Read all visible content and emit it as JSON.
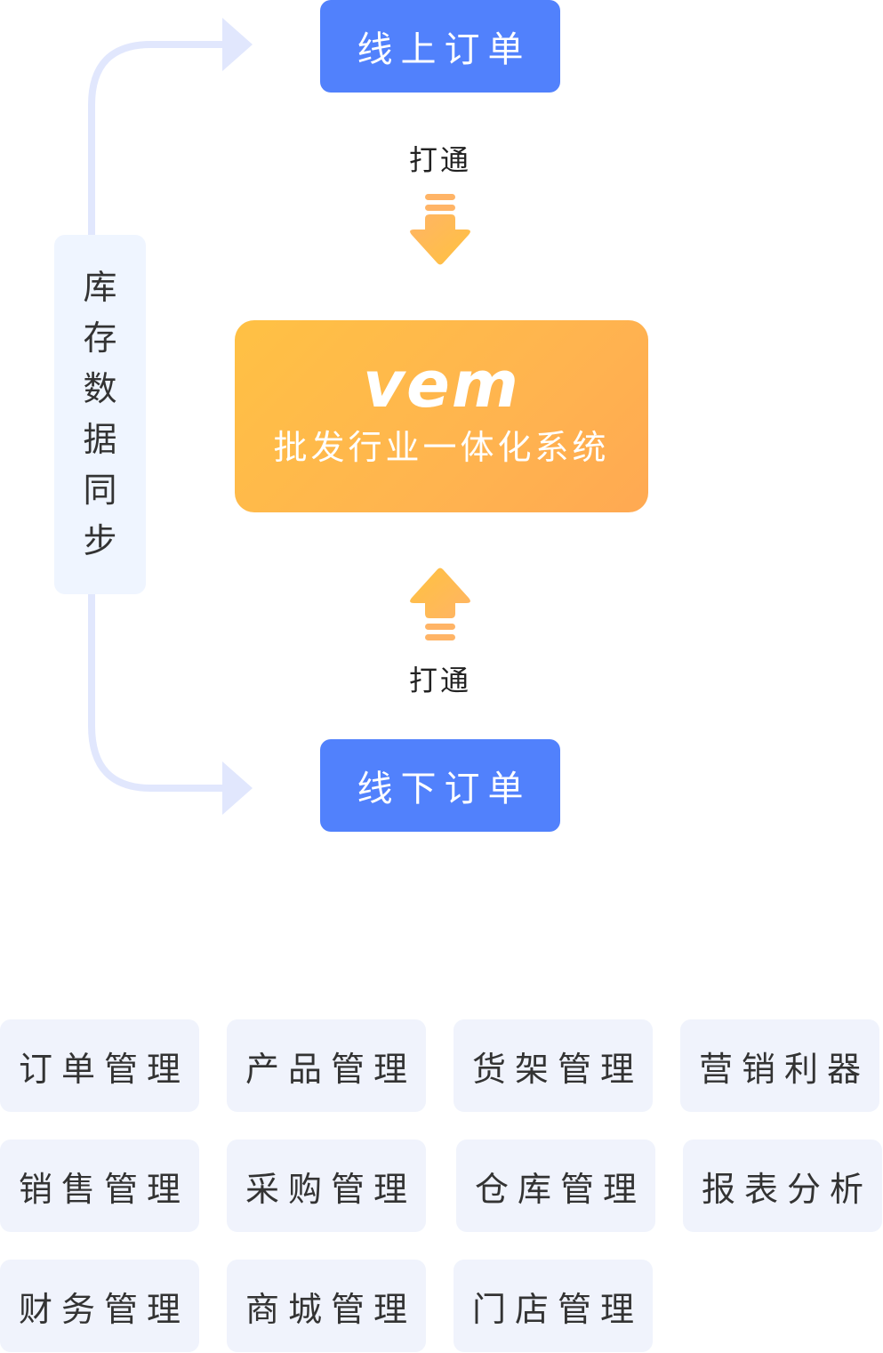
{
  "diagram": {
    "online_order": "线上订单",
    "offline_order": "线下订单",
    "link_top_label": "打通",
    "link_bottom_label": "打通",
    "core_system": {
      "brand": "vem",
      "subtitle": "批发行业一体化系统"
    },
    "sync_label": [
      "库",
      "存",
      "数",
      "据",
      "同",
      "步"
    ],
    "colors": {
      "order_box": "#5181fc",
      "core_gradient_start": "#ffc144",
      "core_gradient_end": "#ffa952",
      "sync_line": "#e1e7fd",
      "sync_box": "#eff5ff",
      "module_bg": "#f0f3fc"
    }
  },
  "modules": [
    {
      "label": "订单管理"
    },
    {
      "label": "产品管理"
    },
    {
      "label": "货架管理"
    },
    {
      "label": "营销利器"
    },
    {
      "label": "销售管理"
    },
    {
      "label": "采购管理"
    },
    {
      "label": "仓库管理"
    },
    {
      "label": "报表分析"
    },
    {
      "label": "财务管理"
    },
    {
      "label": "商城管理"
    },
    {
      "label": "门店管理"
    }
  ]
}
